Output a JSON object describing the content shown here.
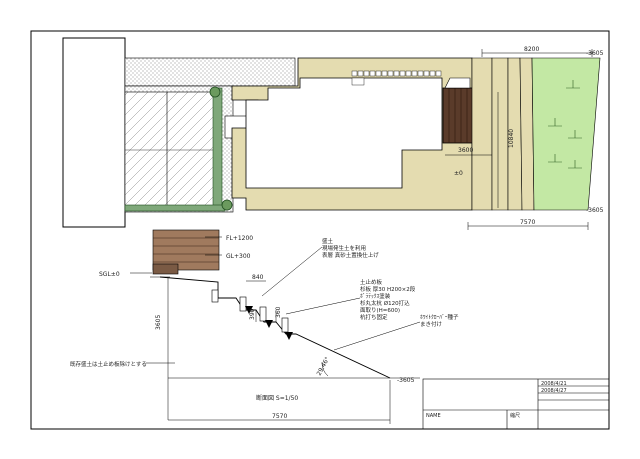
{
  "plan": {
    "dim_top": "8200",
    "dim_right_level_top": "-3605",
    "dim_right_level_bottom": "-3605",
    "dim_deck_w": "3600",
    "dim_vertical": "10840",
    "dim_bottom": "7570",
    "level_mark": "±0"
  },
  "section": {
    "fl_label": "FL+1200",
    "gl_label": "GL+300",
    "sgl_label": "SGL±0",
    "dim_step": "840",
    "dim_height": "3605",
    "dim_small_1": "390",
    "dim_small_2": "360",
    "dim_base": "7570",
    "level_bottom": "-3605",
    "angle": "29.46°",
    "note_top": [
      "盛土",
      "現場発生土を利用",
      "表層 真砂土置換仕上げ"
    ],
    "note_middle": [
      "土止め板",
      "杉板 厚30 H200×2段",
      "ﾎﾞﾗﾃｯｸｽ塗装",
      "杉丸太杭 Ø120打込",
      "面取り(H=600)",
      "杭打ち固定"
    ],
    "note_right": [
      "ﾎﾜｲﾄｸﾛｰﾊﾞｰ種子",
      "まき付け"
    ],
    "note_left": "既存盛土は土止め板除けとする",
    "caption": "断面図 S=1/50"
  },
  "title_block": {
    "date_1": "2008/4/21",
    "date_2": "2008/4/27",
    "label_left": "NAME",
    "label_right": "縮尺"
  }
}
